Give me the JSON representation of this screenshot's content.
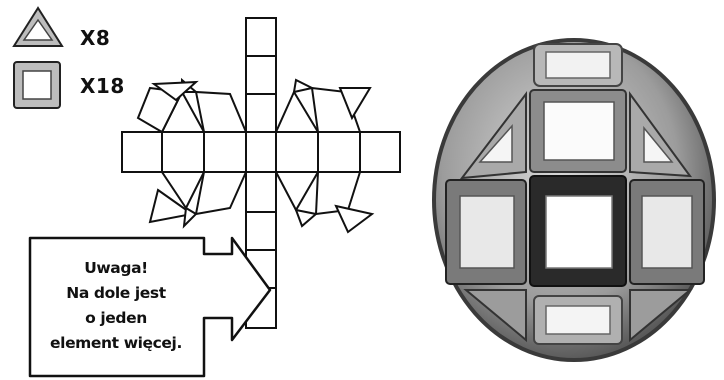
{
  "pieces": {
    "triangle": {
      "icon": "triangle-piece-icon",
      "count_label": "X8"
    },
    "square": {
      "icon": "square-piece-icon",
      "count_label": "X18"
    }
  },
  "note": {
    "lines": [
      "Uwaga!",
      "Na dole jest",
      "o jeden",
      "element więcej."
    ]
  },
  "colors": {
    "ink": "#111111",
    "model_frame": "#9a9a9a",
    "model_dark": "#2a2a2a"
  }
}
